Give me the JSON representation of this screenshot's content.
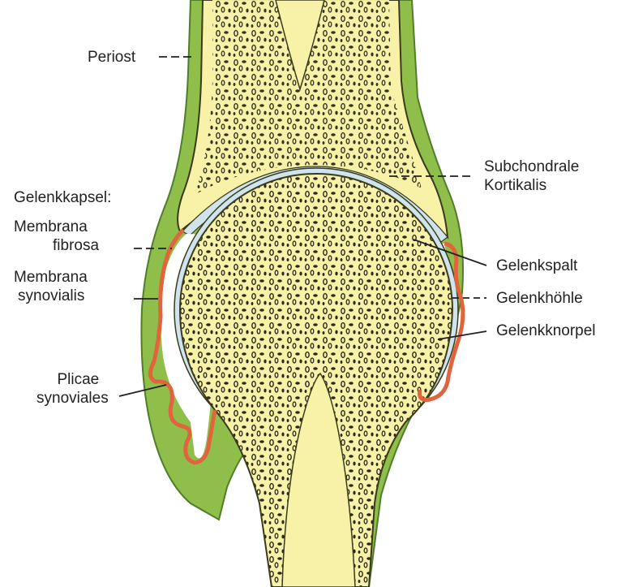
{
  "labels": {
    "periost": "Periost",
    "gelenkkapsel": "Gelenkkapsel:",
    "membrana_fibrosa": [
      "Membrana",
      "fibrosa"
    ],
    "membrana_synovialis": [
      "Membrana",
      "synovialis"
    ],
    "plicae_synoviales": [
      "Plicae",
      "synoviales"
    ],
    "subchondrale_kortikalis": [
      "Subchondrale",
      "Kortikalis"
    ],
    "gelenkspalt": "Gelenkspalt",
    "gelenkhoehle": "Gelenkhöhle",
    "gelenkknorpel": "Gelenkknorpel"
  },
  "colors": {
    "bone": "#f7f2a8",
    "periost": "#8fbf4a",
    "periost_dark": "#4f7d2a",
    "cartilage": "#cfe4ec",
    "synovial": "#e0643c",
    "capsule": "#78a845",
    "outline": "#3a3a1c"
  }
}
